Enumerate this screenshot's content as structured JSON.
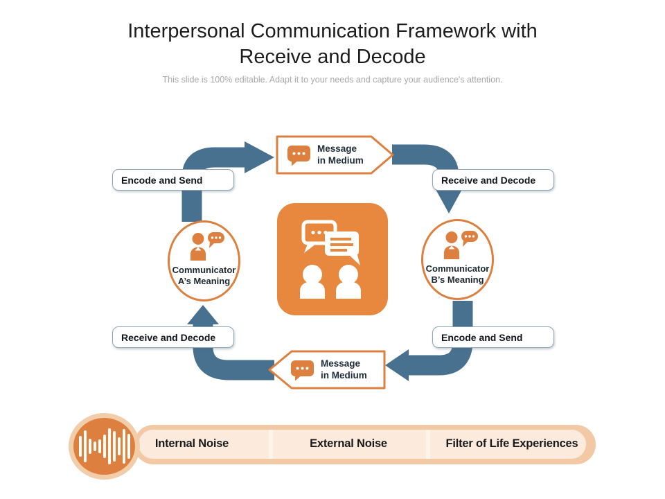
{
  "slide": {
    "title": "Interpersonal Communication Framework with Receive and Decode",
    "subtitle": "This slide is 100% editable. Adapt it to your needs and capture your audience's attention."
  },
  "flow": {
    "steps": {
      "encode_send_top": "Encode and Send",
      "receive_decode_top": "Receive and Decode",
      "receive_decode_bottom": "Receive and Decode",
      "encode_send_bottom": "Encode and Send"
    },
    "message_top": {
      "line1": "Message",
      "line2": "in Medium"
    },
    "message_bottom": {
      "line1": "Message",
      "line2": "in Medium"
    },
    "communicator_a": {
      "line1": "Communicator",
      "line2": "A’s Meaning"
    },
    "communicator_b": {
      "line1": "Communicator",
      "line2": "B’s Meaning"
    }
  },
  "noise_bar": {
    "items": [
      "Internal Noise",
      "External Noise",
      "Filter of Life Experiences"
    ]
  },
  "icons": {
    "center": "conversation-icon",
    "communicator": "person-speech-icon",
    "message": "chat-dots-icon",
    "noise": "sound-wave-icon"
  },
  "colors": {
    "arrow_blue": "#47718f",
    "accent_orange": "#e8883e",
    "outline_orange": "#dd7f3e",
    "bar_outer": "#f3c9a5",
    "bar_inner": "#fceadc"
  }
}
